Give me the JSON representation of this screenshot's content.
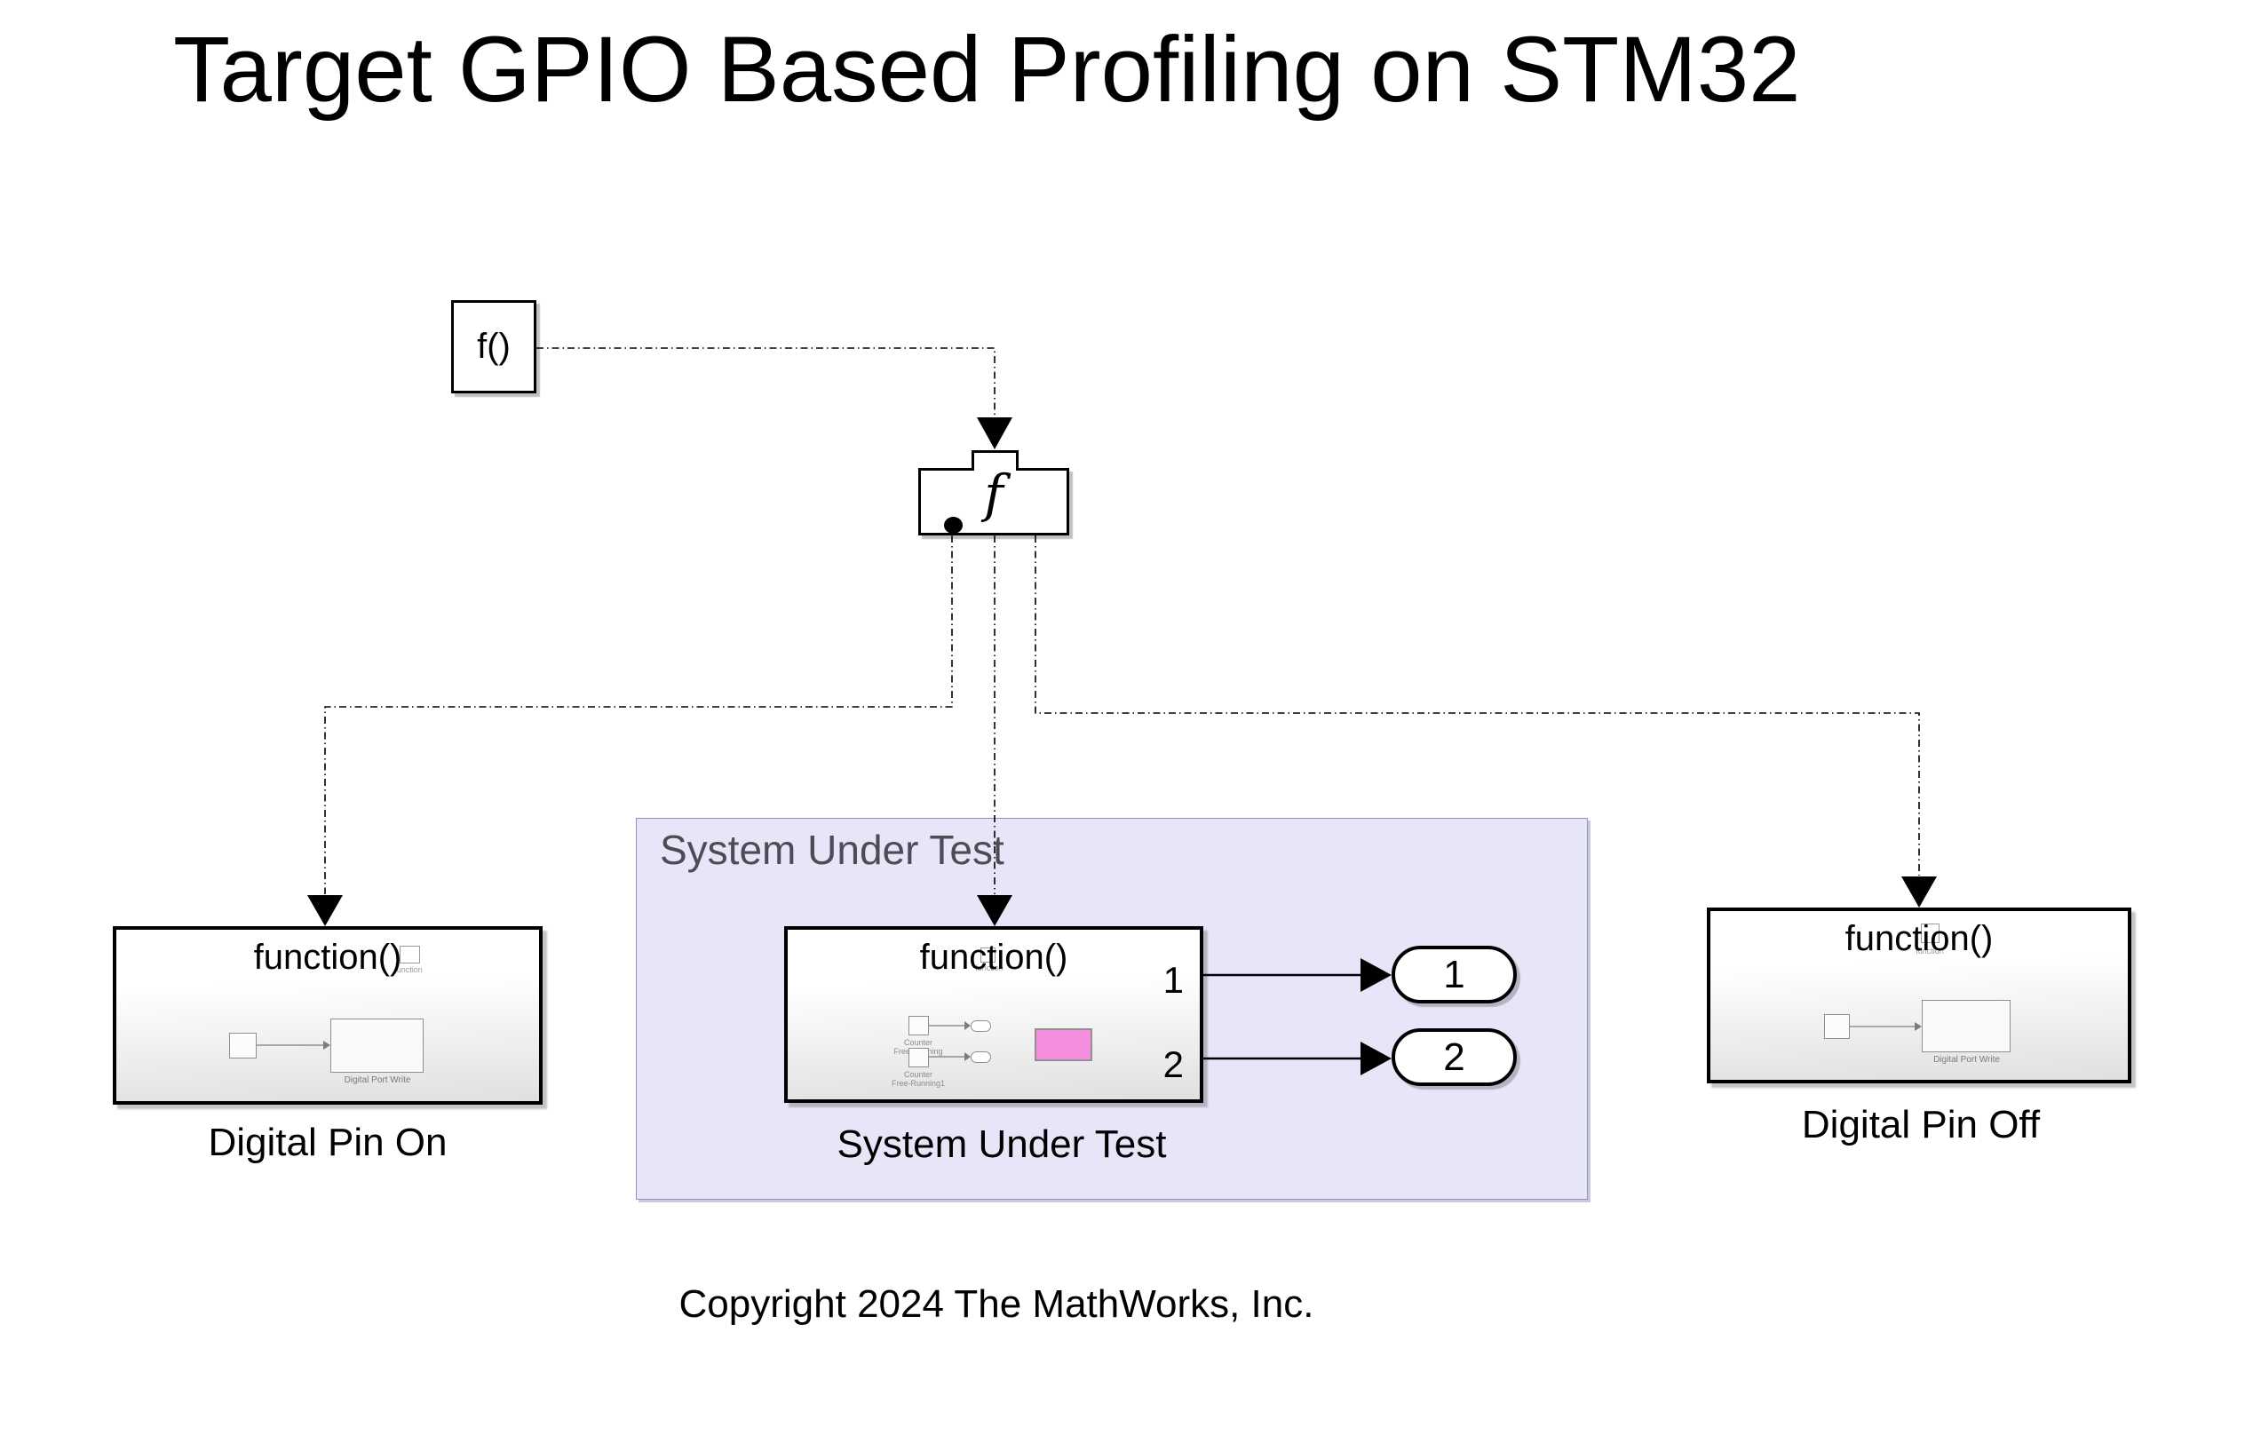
{
  "title": "Target GPIO Based Profiling on STM32",
  "copyright": "Copyright 2024 The MathWorks, Inc.",
  "colors": {
    "sut_area_fill": "#e6e6f8",
    "sut_area_border": "#9193b4",
    "sut_area_title": "#4c4c55",
    "block_border": "#000000",
    "block_fill_top": "#ffffff",
    "block_fill_bottom": "#e0e0e0",
    "pink_fill": "#f48fe0",
    "pink_border": "#919191",
    "line": "#000000",
    "thumb_gray": "#8a8a8a"
  },
  "trigger_source": {
    "label": "f()"
  },
  "function_caller": {
    "symbol": "f"
  },
  "pin_on": {
    "header": "function()",
    "thumb_caption": "function",
    "inner_block_label": "Digital Port Write",
    "name": "Digital Pin On"
  },
  "sut": {
    "area_title": "System Under Test",
    "header": "function()",
    "thumb_caption": "function",
    "counter1_line1": "Counter",
    "counter1_line2": "Free-Running",
    "counter2_line1": "Counter",
    "counter2_line2": "Free-Running1",
    "port1_label": "1",
    "port2_label": "2",
    "name": "System Under Test"
  },
  "pin_off": {
    "header": "function()",
    "thumb_caption": "function",
    "inner_block_label": "Digital Port Write",
    "name": "Digital Pin Off"
  },
  "outport1": {
    "label": "1"
  },
  "outport2": {
    "label": "2"
  }
}
